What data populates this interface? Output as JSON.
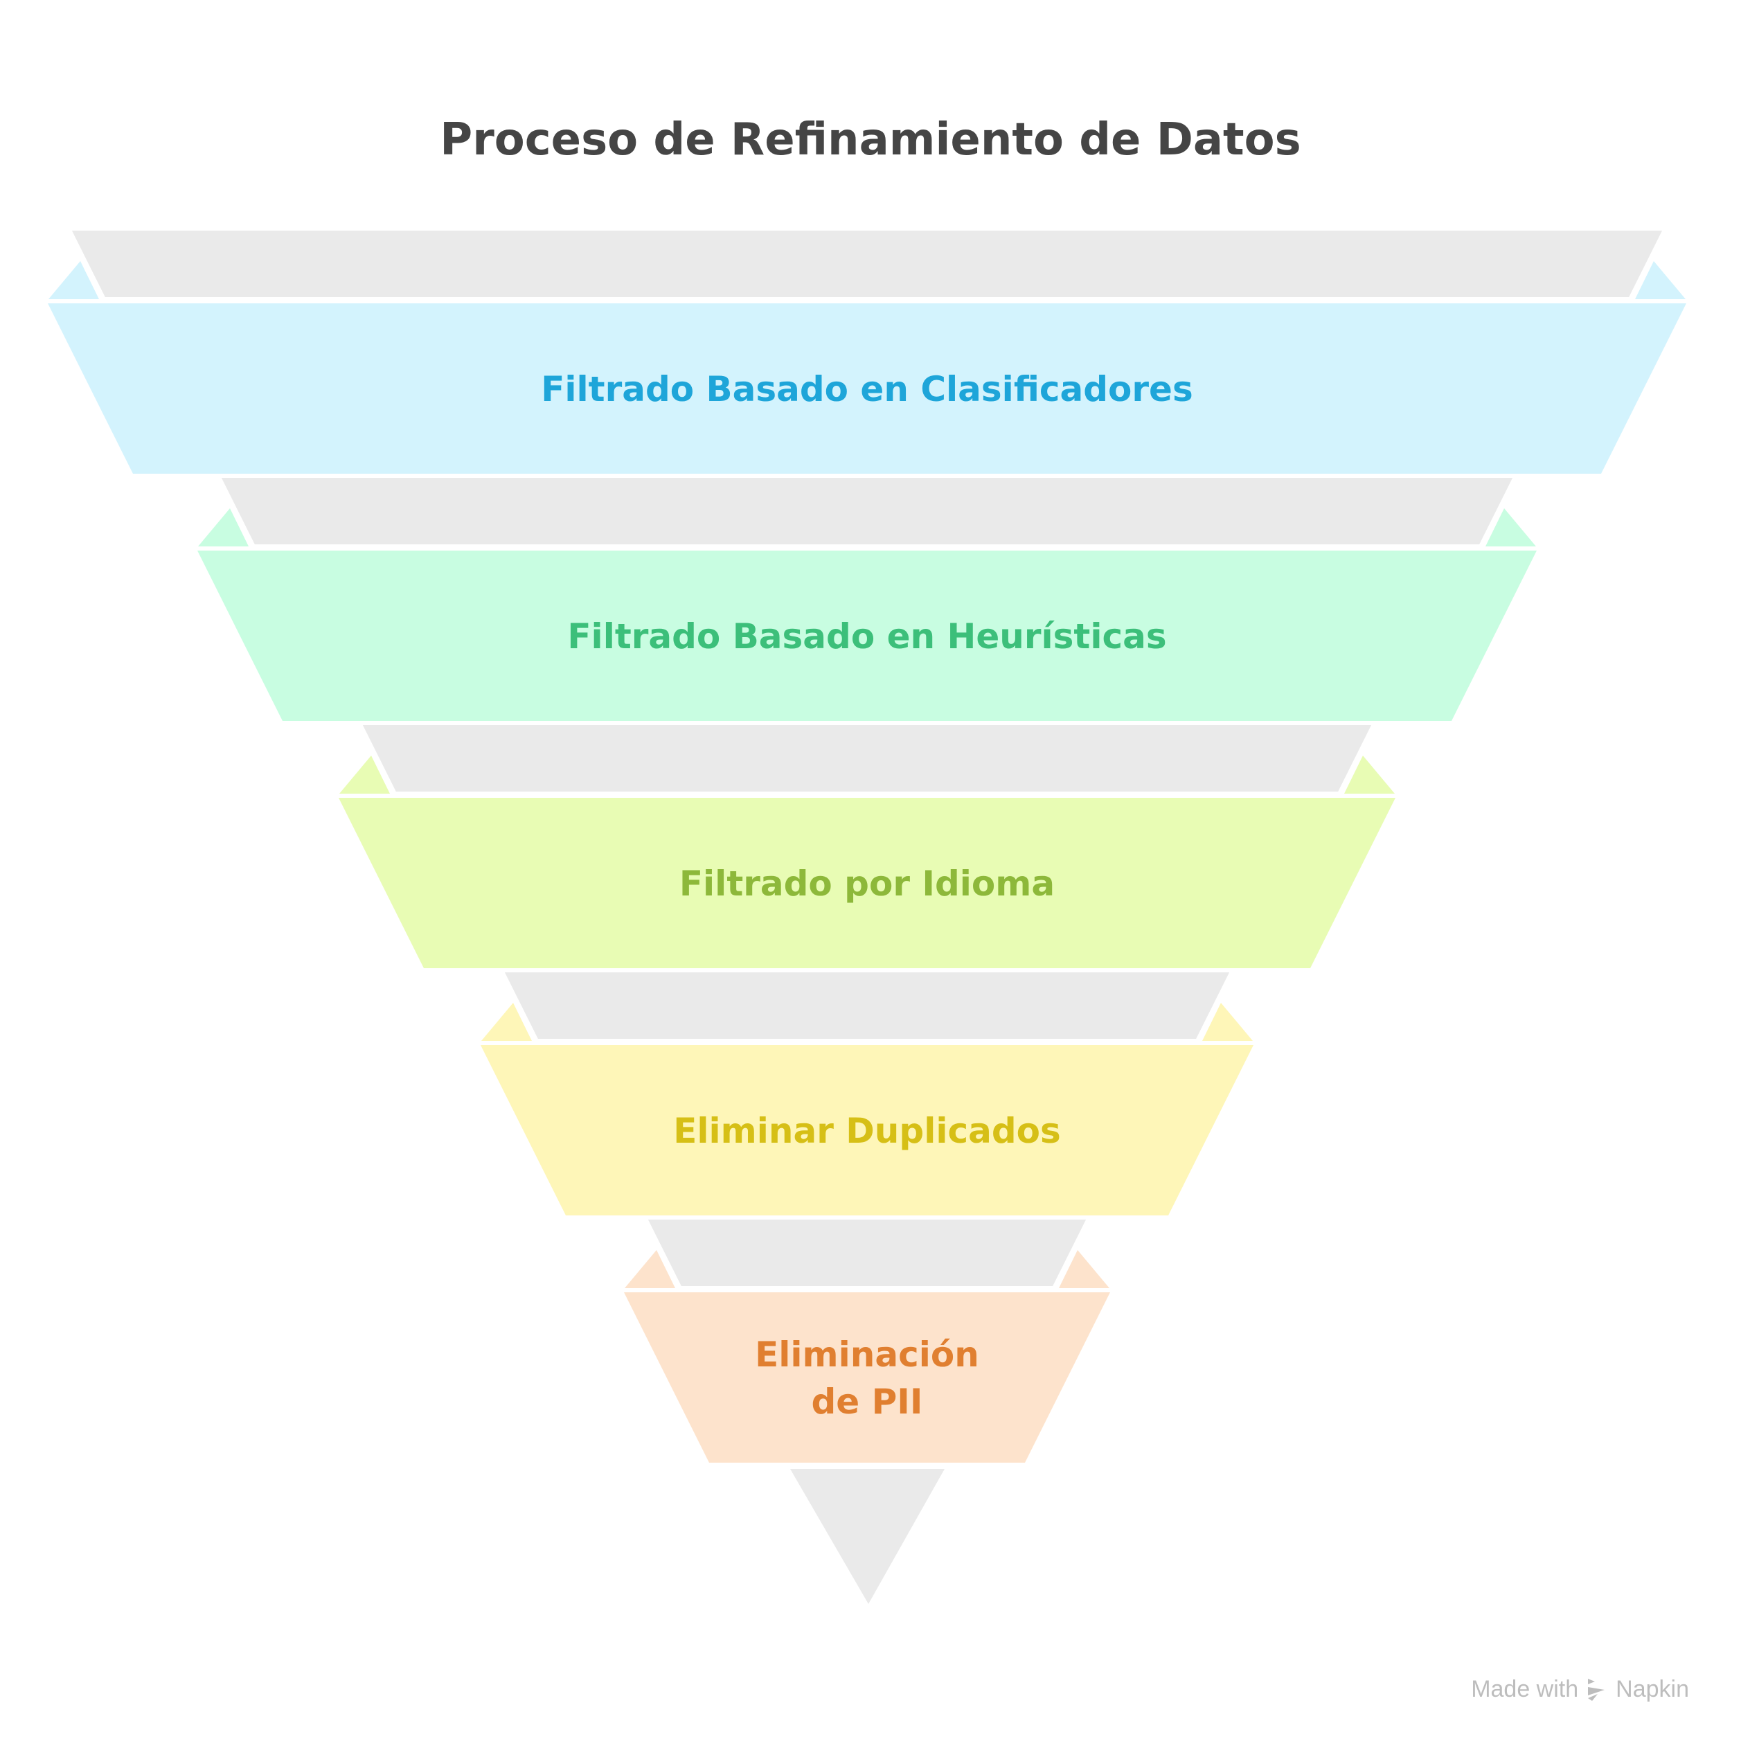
{
  "title": "Proceso de Refinamiento de Datos",
  "stages": [
    {
      "label": [
        "Filtrado Basado en Clasificadores"
      ],
      "fill": "#d3f3fd",
      "text": "#1ea5d9"
    },
    {
      "label": [
        "Filtrado Basado en Heurísticas"
      ],
      "fill": "#c8fde1",
      "text": "#3cbf7a"
    },
    {
      "label": [
        "Filtrado por Idioma"
      ],
      "fill": "#e8fcb4",
      "text": "#8db83a"
    },
    {
      "label": [
        "Eliminar Duplicados"
      ],
      "fill": "#fef6b8",
      "text": "#d6bf16"
    },
    {
      "label": [
        "Eliminación",
        "de PII"
      ],
      "fill": "#fde3cc",
      "text": "#e07f30"
    }
  ],
  "gray": "#eaeaea",
  "footer": {
    "made_with": "Made with",
    "brand": "Napkin"
  }
}
